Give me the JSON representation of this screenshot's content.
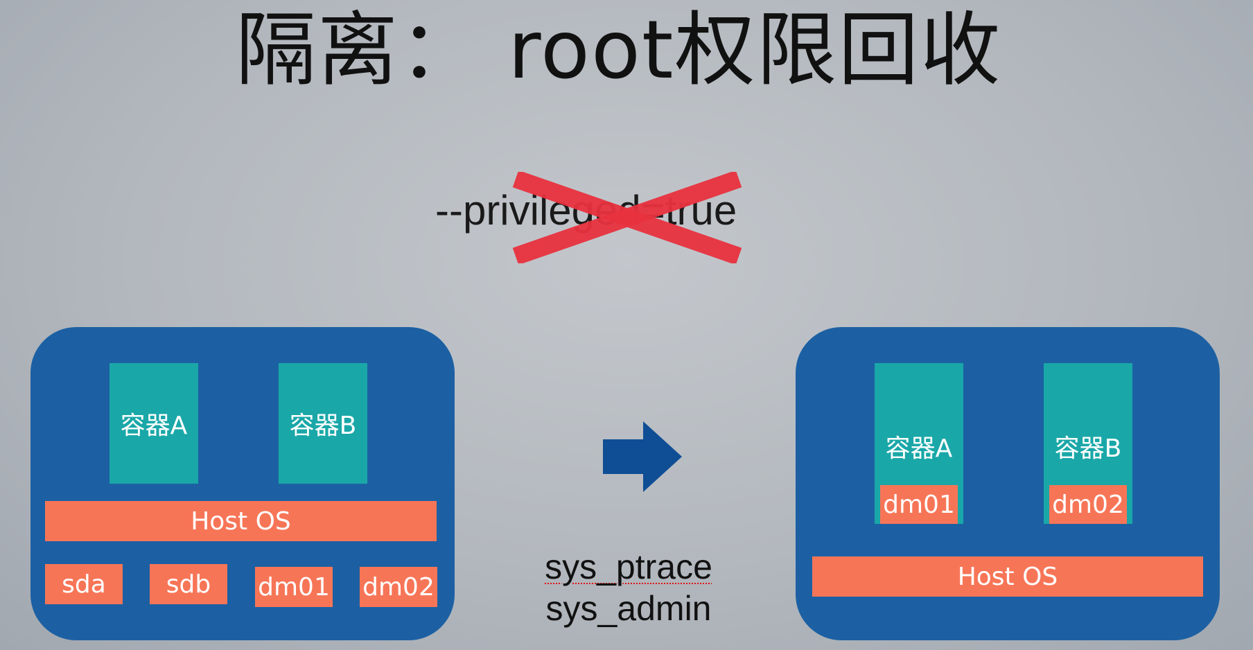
{
  "title": "隔离： root权限回收",
  "flag": "--privileged=true",
  "left_panel": {
    "containers": [
      "容器A",
      "容器B"
    ],
    "host_os": "Host OS",
    "devices": [
      "sda",
      "sdb",
      "dm01",
      "dm02"
    ]
  },
  "capabilities": [
    "sys_ptrace",
    "sys_admin"
  ],
  "right_panel": {
    "containers": [
      {
        "label": "容器A",
        "device": "dm01"
      },
      {
        "label": "容器B",
        "device": "dm02"
      }
    ],
    "host_os": "Host OS"
  },
  "colors": {
    "panel": "#1c60a3",
    "container": "#1aa7a8",
    "orange": "#f77557",
    "cross": "#e8323e",
    "arrow": "#0f4e95"
  }
}
